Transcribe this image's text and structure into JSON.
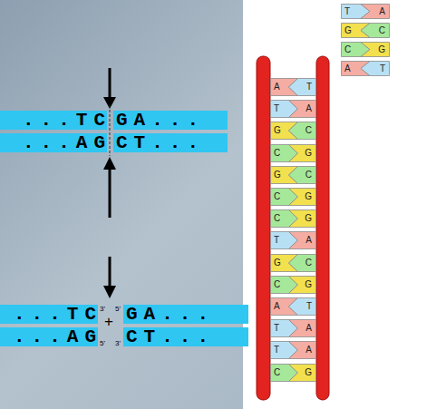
{
  "diagram": {
    "nodes": [
      {
        "text": [
          "T",
          "A"
        ]
      },
      {
        "text": [
          "G",
          "C"
        ]
      },
      {
        "text": [
          "C",
          "G"
        ]
      },
      {
        "text": [
          "A",
          "T"
        ]
      },
      {
        "text": [
          "...TC"
        ]
      },
      {
        "text": [
          "GA..."
        ]
      },
      {
        "text": [
          "...AG"
        ]
      },
      {
        "text": [
          "CT..."
        ]
      },
      {
        "text": [
          "A",
          "T"
        ]
      },
      {
        "text": [
          "T",
          "A"
        ]
      },
      {
        "text": [
          "G",
          "C"
        ]
      },
      {
        "text": [
          "C",
          "G"
        ]
      },
      {
        "text": [
          "G",
          "C"
        ]
      },
      {
        "text": [
          "C",
          "G"
        ]
      },
      {
        "text": [
          "C",
          "G"
        ]
      },
      {
        "text": [
          "T",
          "A"
        ]
      },
      {
        "text": [
          "G",
          "C"
        ]
      },
      {
        "text": [
          "C",
          "G"
        ]
      },
      {
        "text": [
          "A",
          "T"
        ]
      },
      {
        "text": [
          "T",
          "A"
        ]
      },
      {
        "text": [
          "T",
          "A"
        ]
      },
      {
        "text": [
          "C",
          "G"
        ]
      },
      {
        "text": [
          "...TC"
        ]
      },
      {
        "text": [
          "GA..."
        ]
      },
      {
        "text": [
          "...AG"
        ]
      },
      {
        "text": [
          "CT..."
        ]
      }
    ],
    "edges": [],
    "labels": [
      "3'",
      "5'",
      "+",
      "5'",
      "3'"
    ]
  }
}
